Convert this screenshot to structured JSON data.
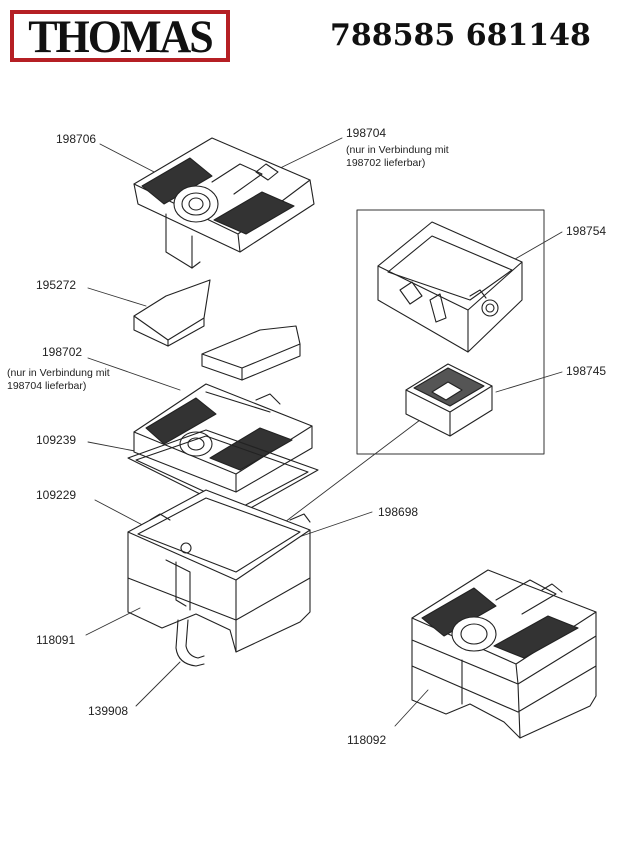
{
  "header": {
    "brand": "THOMAS",
    "part_numbers": "788585 681148"
  },
  "labels": {
    "p198706": "198706",
    "p198704": "198704",
    "p198704_note1": "(nur in Verbindung mit",
    "p198704_note2": "198702 lieferbar)",
    "p195272": "195272",
    "p198702": "198702",
    "p198702_note1": "(nur in Verbindung mit",
    "p198702_note2": "198704 lieferbar)",
    "p109239": "109239",
    "p109229": "109229",
    "p198698": "198698",
    "p118091": "118091",
    "p139908": "139908",
    "p198754": "198754",
    "p198745": "198745",
    "p118092": "118092"
  }
}
